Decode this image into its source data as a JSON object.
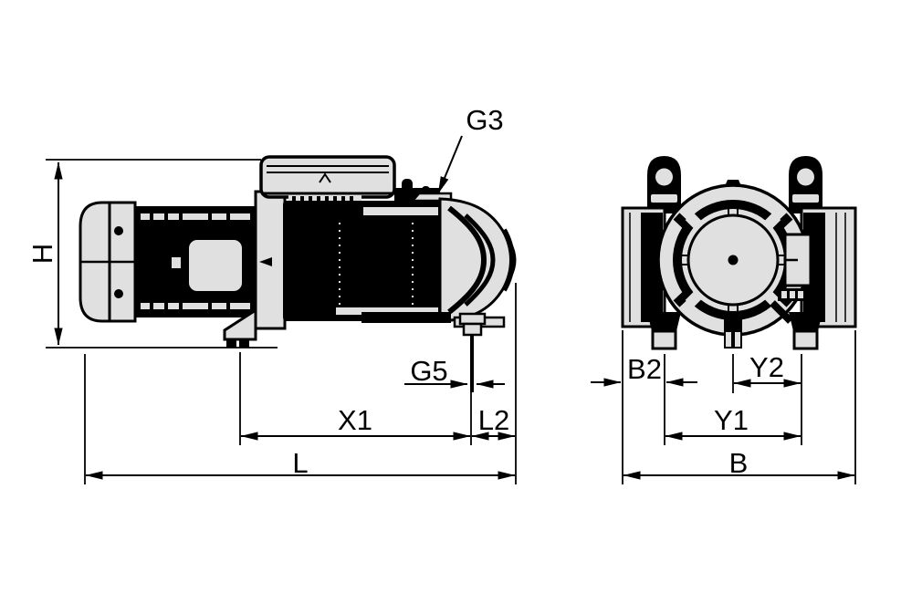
{
  "drawing": {
    "type": "technical-dimension-drawing",
    "subject": "vacuum pump with motor - side view and front view",
    "colors": {
      "background": "#ffffff",
      "ink": "#000000",
      "fill": "#e0e0e0"
    },
    "views": {
      "side": {
        "callout_g3": "G3",
        "dim_g5": "G5",
        "dim_h": "H",
        "dim_x1": "X1",
        "dim_l2": "L2",
        "dim_l": "L"
      },
      "front": {
        "dim_b2": "B2",
        "dim_y2": "Y2",
        "dim_y1": "Y1",
        "dim_b": "B"
      }
    }
  }
}
